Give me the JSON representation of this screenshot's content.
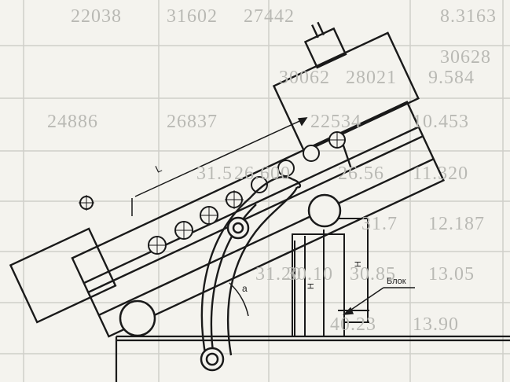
{
  "labels": {
    "length": "L",
    "angle": "a",
    "height_left": "H",
    "height_right": "H",
    "block": "Блок"
  },
  "background_table": {
    "rows": [
      [
        "8.3163",
        "22038",
        "31602",
        "27442"
      ],
      [
        "9.584",
        "30062",
        "28021",
        "30628"
      ],
      [
        "10.453",
        "24886",
        "26837",
        "22534"
      ],
      [
        "11.320",
        "31.5",
        "26.600",
        "26.56"
      ],
      [
        "12.187",
        "31.7",
        "",
        ""
      ],
      [
        "13.05",
        "31.20",
        "30.10",
        "30.85"
      ],
      [
        "13.90",
        "",
        "",
        "40.23"
      ]
    ]
  },
  "colors": {
    "ink": "#1a1a1a",
    "paper": "#f4f3ee",
    "grid": "#c8c8c2"
  }
}
